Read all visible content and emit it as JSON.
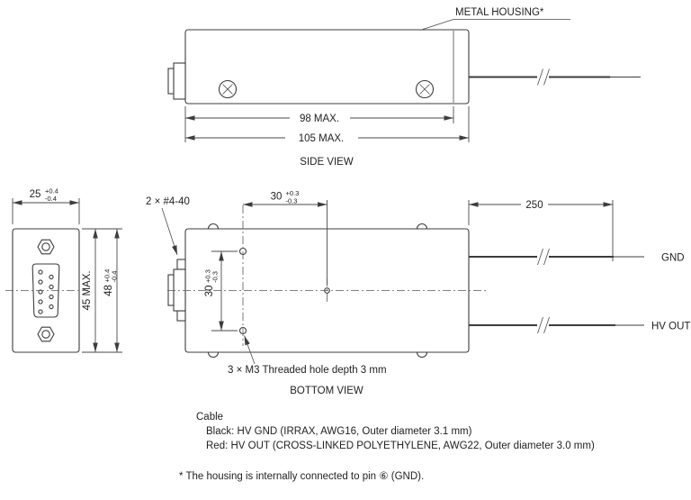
{
  "drawing": {
    "ink_color": "#3d3d3d",
    "background_color": "#ffffff"
  },
  "side_view": {
    "title": "SIDE VIEW",
    "metal_housing_label": "METAL HOUSING*",
    "dim_length_body": "98 MAX.",
    "dim_length_total": "105 MAX."
  },
  "front_view": {
    "dim_width": "25",
    "dim_width_plus": "+0.4",
    "dim_width_minus": "-0.4",
    "dim_height_inner": "45 MAX.",
    "dim_height": "48",
    "dim_height_plus": "+0.4",
    "dim_height_minus": "-0.4"
  },
  "bottom_view": {
    "title": "BOTTOM VIEW",
    "screws_callout": "2 × #4-40",
    "dim_hole_h": "30",
    "dim_hole_h_plus": "+0.3",
    "dim_hole_h_minus": "-0.3",
    "dim_hole_v": "30",
    "dim_hole_v_plus": "+0.3",
    "dim_hole_v_minus": "-0.3",
    "dim_cable": "250",
    "gnd_label": "GND",
    "hv_out_label": "HV OUT",
    "holes_callout": "3 × M3 Threaded hole depth 3 mm"
  },
  "notes": {
    "cable_heading": "Cable",
    "cable_black": "Black: HV GND (IRRAX, AWG16, Outer diameter 3.1 mm)",
    "cable_red": "Red: HV OUT (CROSS-LINKED POLYETHYLENE, AWG22, Outer diameter 3.0 mm)",
    "footnote": "* The housing is internally connected to pin ⑥ (GND)."
  }
}
